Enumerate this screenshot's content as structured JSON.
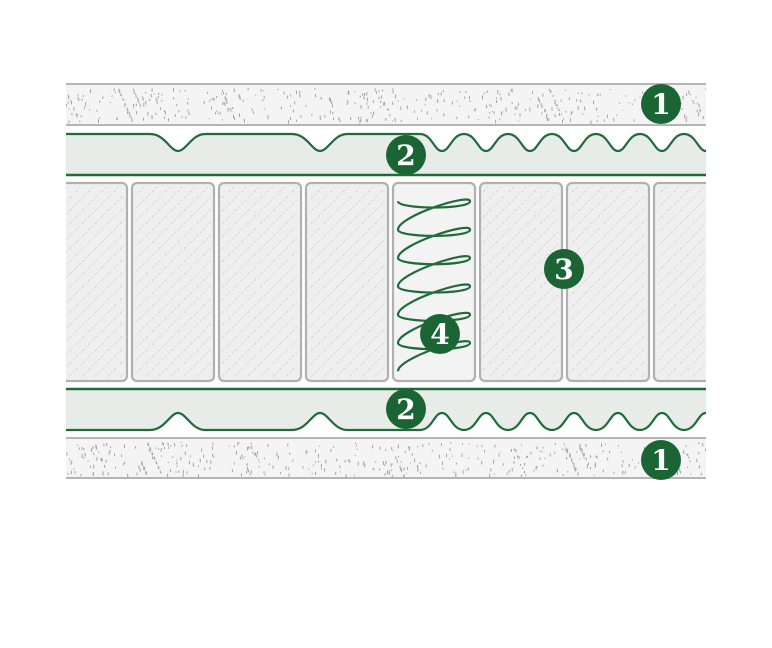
{
  "colors": {
    "accent_green": "#1f6b3a",
    "marker_green": "#1b6535",
    "foam_fill": "#f4f4f4",
    "foam_border": "#b7b7b7",
    "felt_fill": "#e8ece8",
    "pocket_fill": "#efefef",
    "pocket_border": "#b0b0b0",
    "hatch": "#a8a8a8",
    "spring": "#1f6b3a"
  },
  "layers": [
    {
      "id": "top-foam",
      "marker": "1"
    },
    {
      "id": "top-felt",
      "marker": "2"
    },
    {
      "id": "spring-core",
      "marker": "3"
    },
    {
      "id": "pocket-spring",
      "marker": "4"
    },
    {
      "id": "bottom-felt",
      "marker": "2"
    },
    {
      "id": "bottom-foam",
      "marker": "1"
    }
  ],
  "markers": {
    "top_foam": "1",
    "top_felt": "2",
    "core": "3",
    "spring": "4",
    "bottom_felt": "2",
    "bottom_foam": "1"
  },
  "pockets": {
    "count": 8,
    "spring_pocket_index": 4,
    "coil_turns": 6
  }
}
